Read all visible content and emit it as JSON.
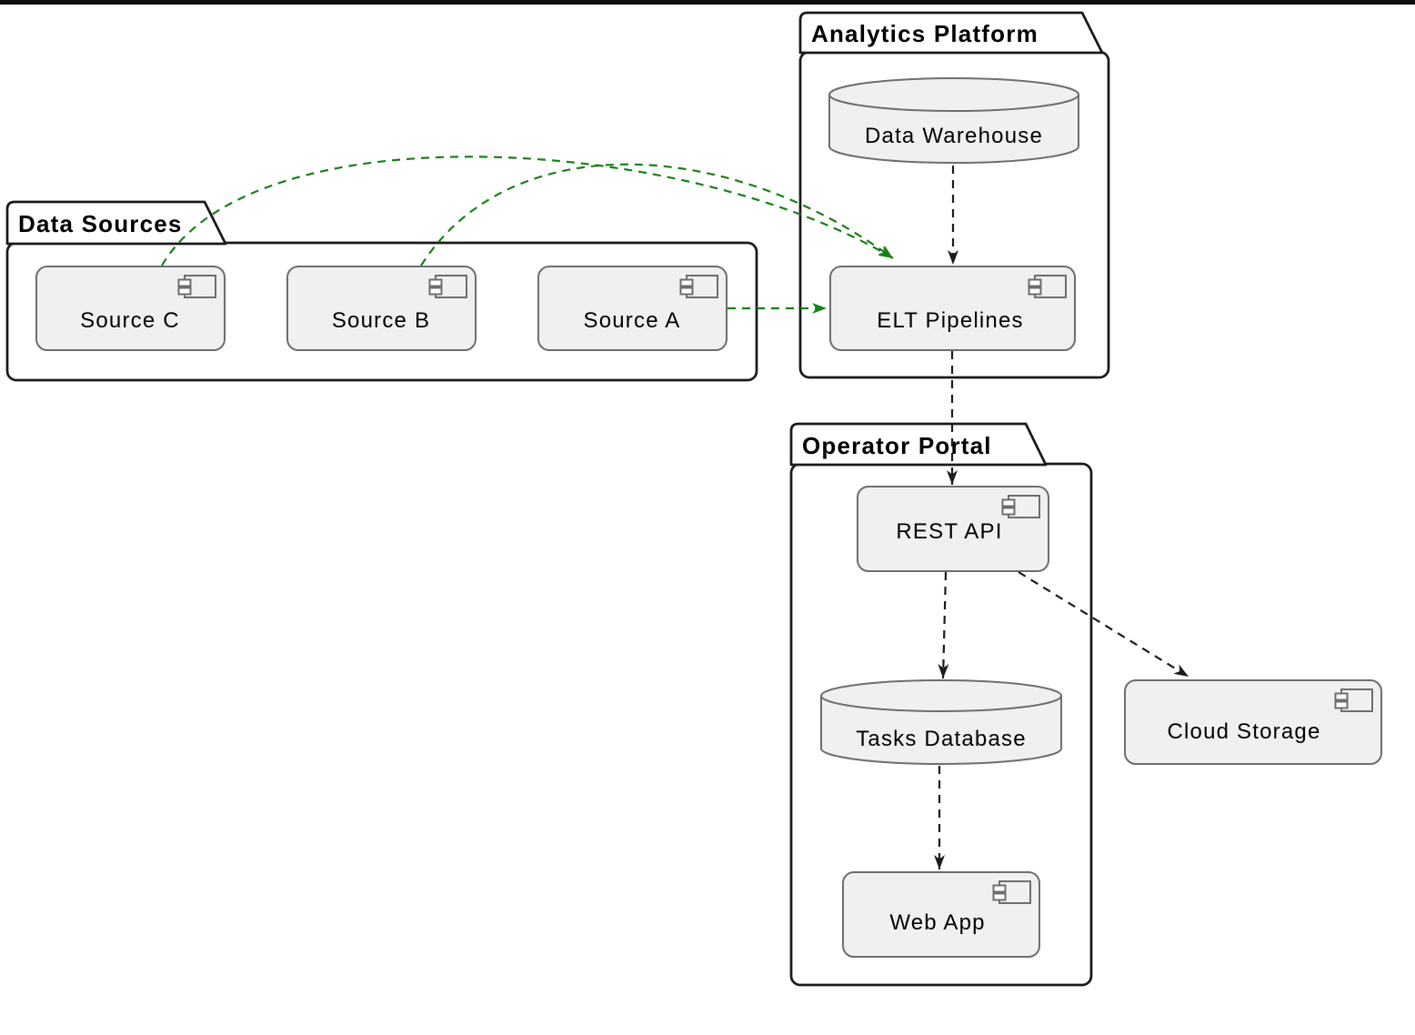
{
  "packages": {
    "data_sources": {
      "label": "Data Sources"
    },
    "analytics_platform": {
      "label": "Analytics Platform"
    },
    "operator_portal": {
      "label": "Operator Portal"
    }
  },
  "nodes": {
    "source_c": {
      "label": "Source C",
      "type": "component"
    },
    "source_b": {
      "label": "Source B",
      "type": "component"
    },
    "source_a": {
      "label": "Source A",
      "type": "component"
    },
    "elt_pipelines": {
      "label": "ELT Pipelines",
      "type": "component"
    },
    "data_warehouse": {
      "label": "Data Warehouse",
      "type": "database"
    },
    "rest_api": {
      "label": "REST API",
      "type": "component"
    },
    "tasks_database": {
      "label": "Tasks Database",
      "type": "database"
    },
    "web_app": {
      "label": "Web App",
      "type": "component"
    },
    "cloud_storage": {
      "label": "Cloud Storage",
      "type": "component"
    }
  },
  "edges": [
    {
      "from": "Data Warehouse",
      "to": "ELT Pipelines",
      "style": "dashed",
      "color": "#1c1c1c"
    },
    {
      "from": "Source A",
      "to": "ELT Pipelines",
      "style": "dashed",
      "color": "#178117"
    },
    {
      "from": "Source B",
      "to": "ELT Pipelines",
      "style": "dashed",
      "color": "#178117"
    },
    {
      "from": "Source C",
      "to": "ELT Pipelines",
      "style": "dashed",
      "color": "#178117"
    },
    {
      "from": "ELT Pipelines",
      "to": "REST API",
      "style": "dashed",
      "color": "#1c1c1c"
    },
    {
      "from": "REST API",
      "to": "Tasks Database",
      "style": "dashed",
      "color": "#1c1c1c"
    },
    {
      "from": "REST API",
      "to": "Cloud Storage",
      "style": "dashed",
      "color": "#1c1c1c"
    },
    {
      "from": "Tasks Database",
      "to": "Web App",
      "style": "dashed",
      "color": "#1c1c1c"
    }
  ],
  "colors": {
    "background": "#ffffff",
    "top_bar": "#0f0f0f",
    "package_border": "#1a1a1a",
    "node_fill": "#f0f0f0",
    "node_border": "#6e6e6e",
    "arrow_black": "#1c1c1c",
    "arrow_green": "#178117",
    "text": "#000000"
  }
}
